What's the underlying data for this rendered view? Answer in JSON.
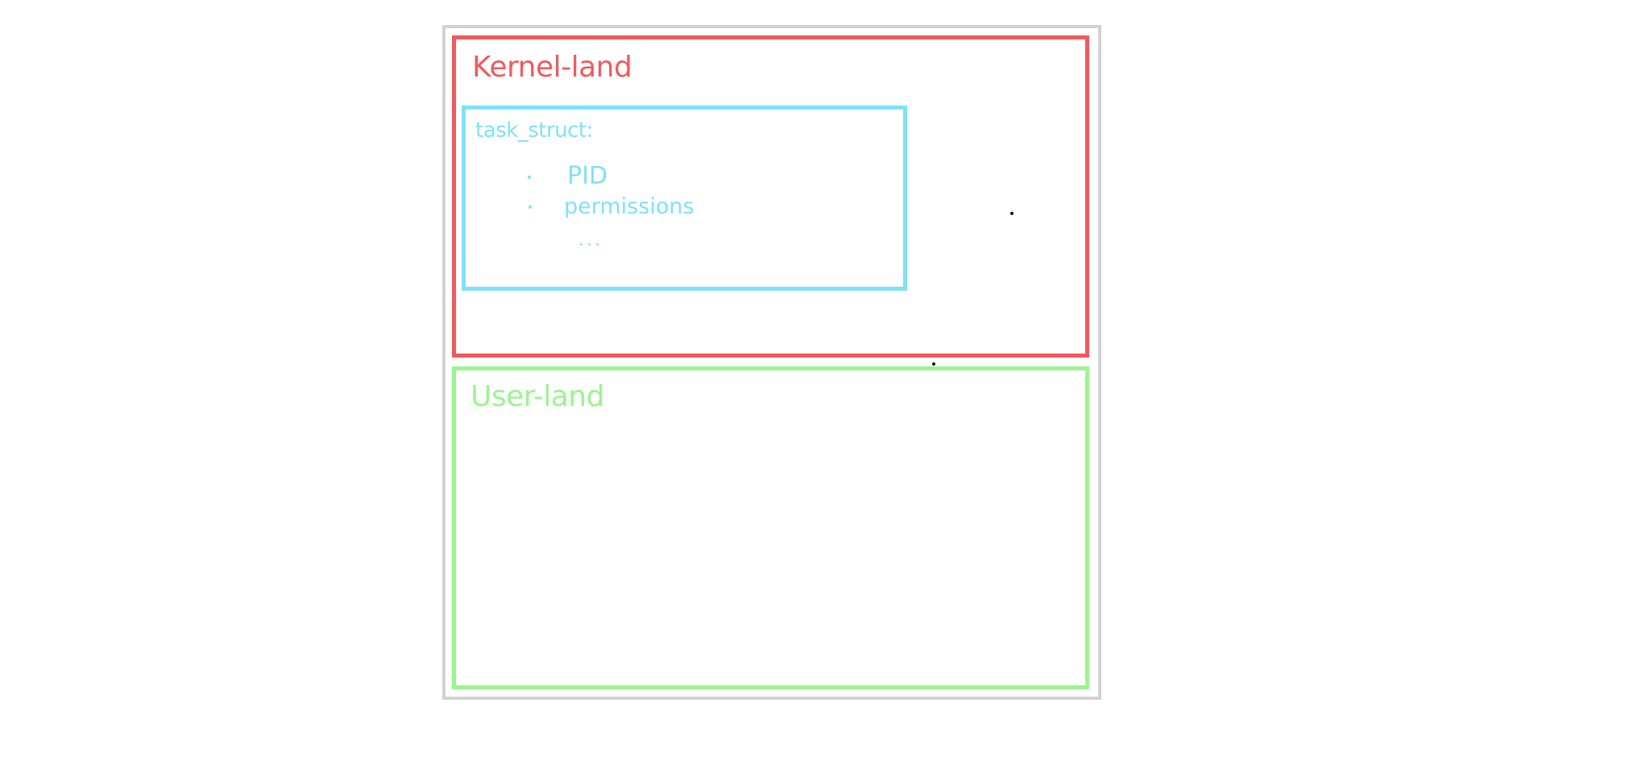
{
  "diagram": {
    "kernel_region": {
      "label": "Kernel-land",
      "color": "#ef5a5e"
    },
    "user_region": {
      "label": "User-land",
      "color": "#98f68c"
    },
    "task_struct": {
      "label": "task_struct:",
      "color": "#80e1f8",
      "fields": [
        "PID",
        "permissions"
      ],
      "ellipsis": "..."
    },
    "frame_color": "#d2d2d2"
  }
}
